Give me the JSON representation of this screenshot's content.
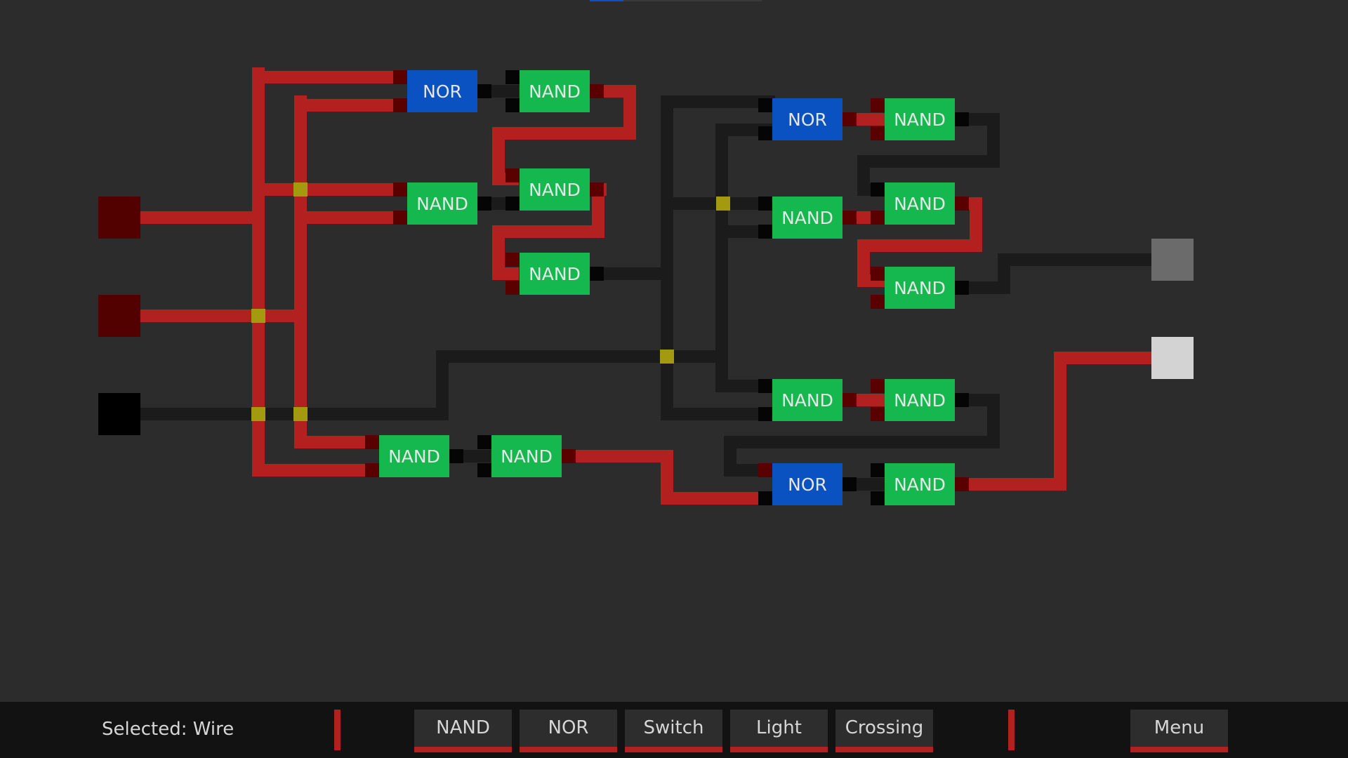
{
  "gates": [
    {
      "type": "NOR",
      "label": "NOR"
    },
    {
      "type": "NAND",
      "label": "NAND"
    },
    {
      "type": "NAND",
      "label": "NAND"
    },
    {
      "type": "NAND",
      "label": "NAND"
    },
    {
      "type": "NAND",
      "label": "NAND"
    },
    {
      "type": "NAND",
      "label": "NAND"
    },
    {
      "type": "NAND",
      "label": "NAND"
    },
    {
      "type": "NOR",
      "label": "NOR"
    },
    {
      "type": "NAND",
      "label": "NAND"
    },
    {
      "type": "NAND",
      "label": "NAND"
    },
    {
      "type": "NAND",
      "label": "NAND"
    },
    {
      "type": "NAND",
      "label": "NAND"
    },
    {
      "type": "NAND",
      "label": "NAND"
    },
    {
      "type": "NAND",
      "label": "NAND"
    },
    {
      "type": "NOR",
      "label": "NOR"
    },
    {
      "type": "NAND",
      "label": "NAND"
    }
  ],
  "inputs": [
    {
      "name": "switch-1",
      "state": "on"
    },
    {
      "name": "switch-2",
      "state": "on"
    },
    {
      "name": "switch-3",
      "state": "off"
    }
  ],
  "outputs": [
    {
      "name": "light-1",
      "state": "off"
    },
    {
      "name": "light-2",
      "state": "on"
    }
  ],
  "colors": {
    "background": "#2c2c2c",
    "wire_on": "#b22020",
    "wire_off": "#1b1b1b",
    "nand": "#14b84e",
    "nor": "#0a52c2",
    "junction": "#a39a10",
    "switch_on": "#520000",
    "switch_off": "#000000",
    "light_on": "#d3d3d3",
    "light_off": "#6b6b6b",
    "toolbar_bg": "#121212",
    "button_bg": "#2d2d2d"
  },
  "toolbar": {
    "selected_label": "Selected: Wire",
    "tools": [
      "NAND",
      "NOR",
      "Switch",
      "Light",
      "Crossing"
    ],
    "menu_label": "Menu"
  }
}
